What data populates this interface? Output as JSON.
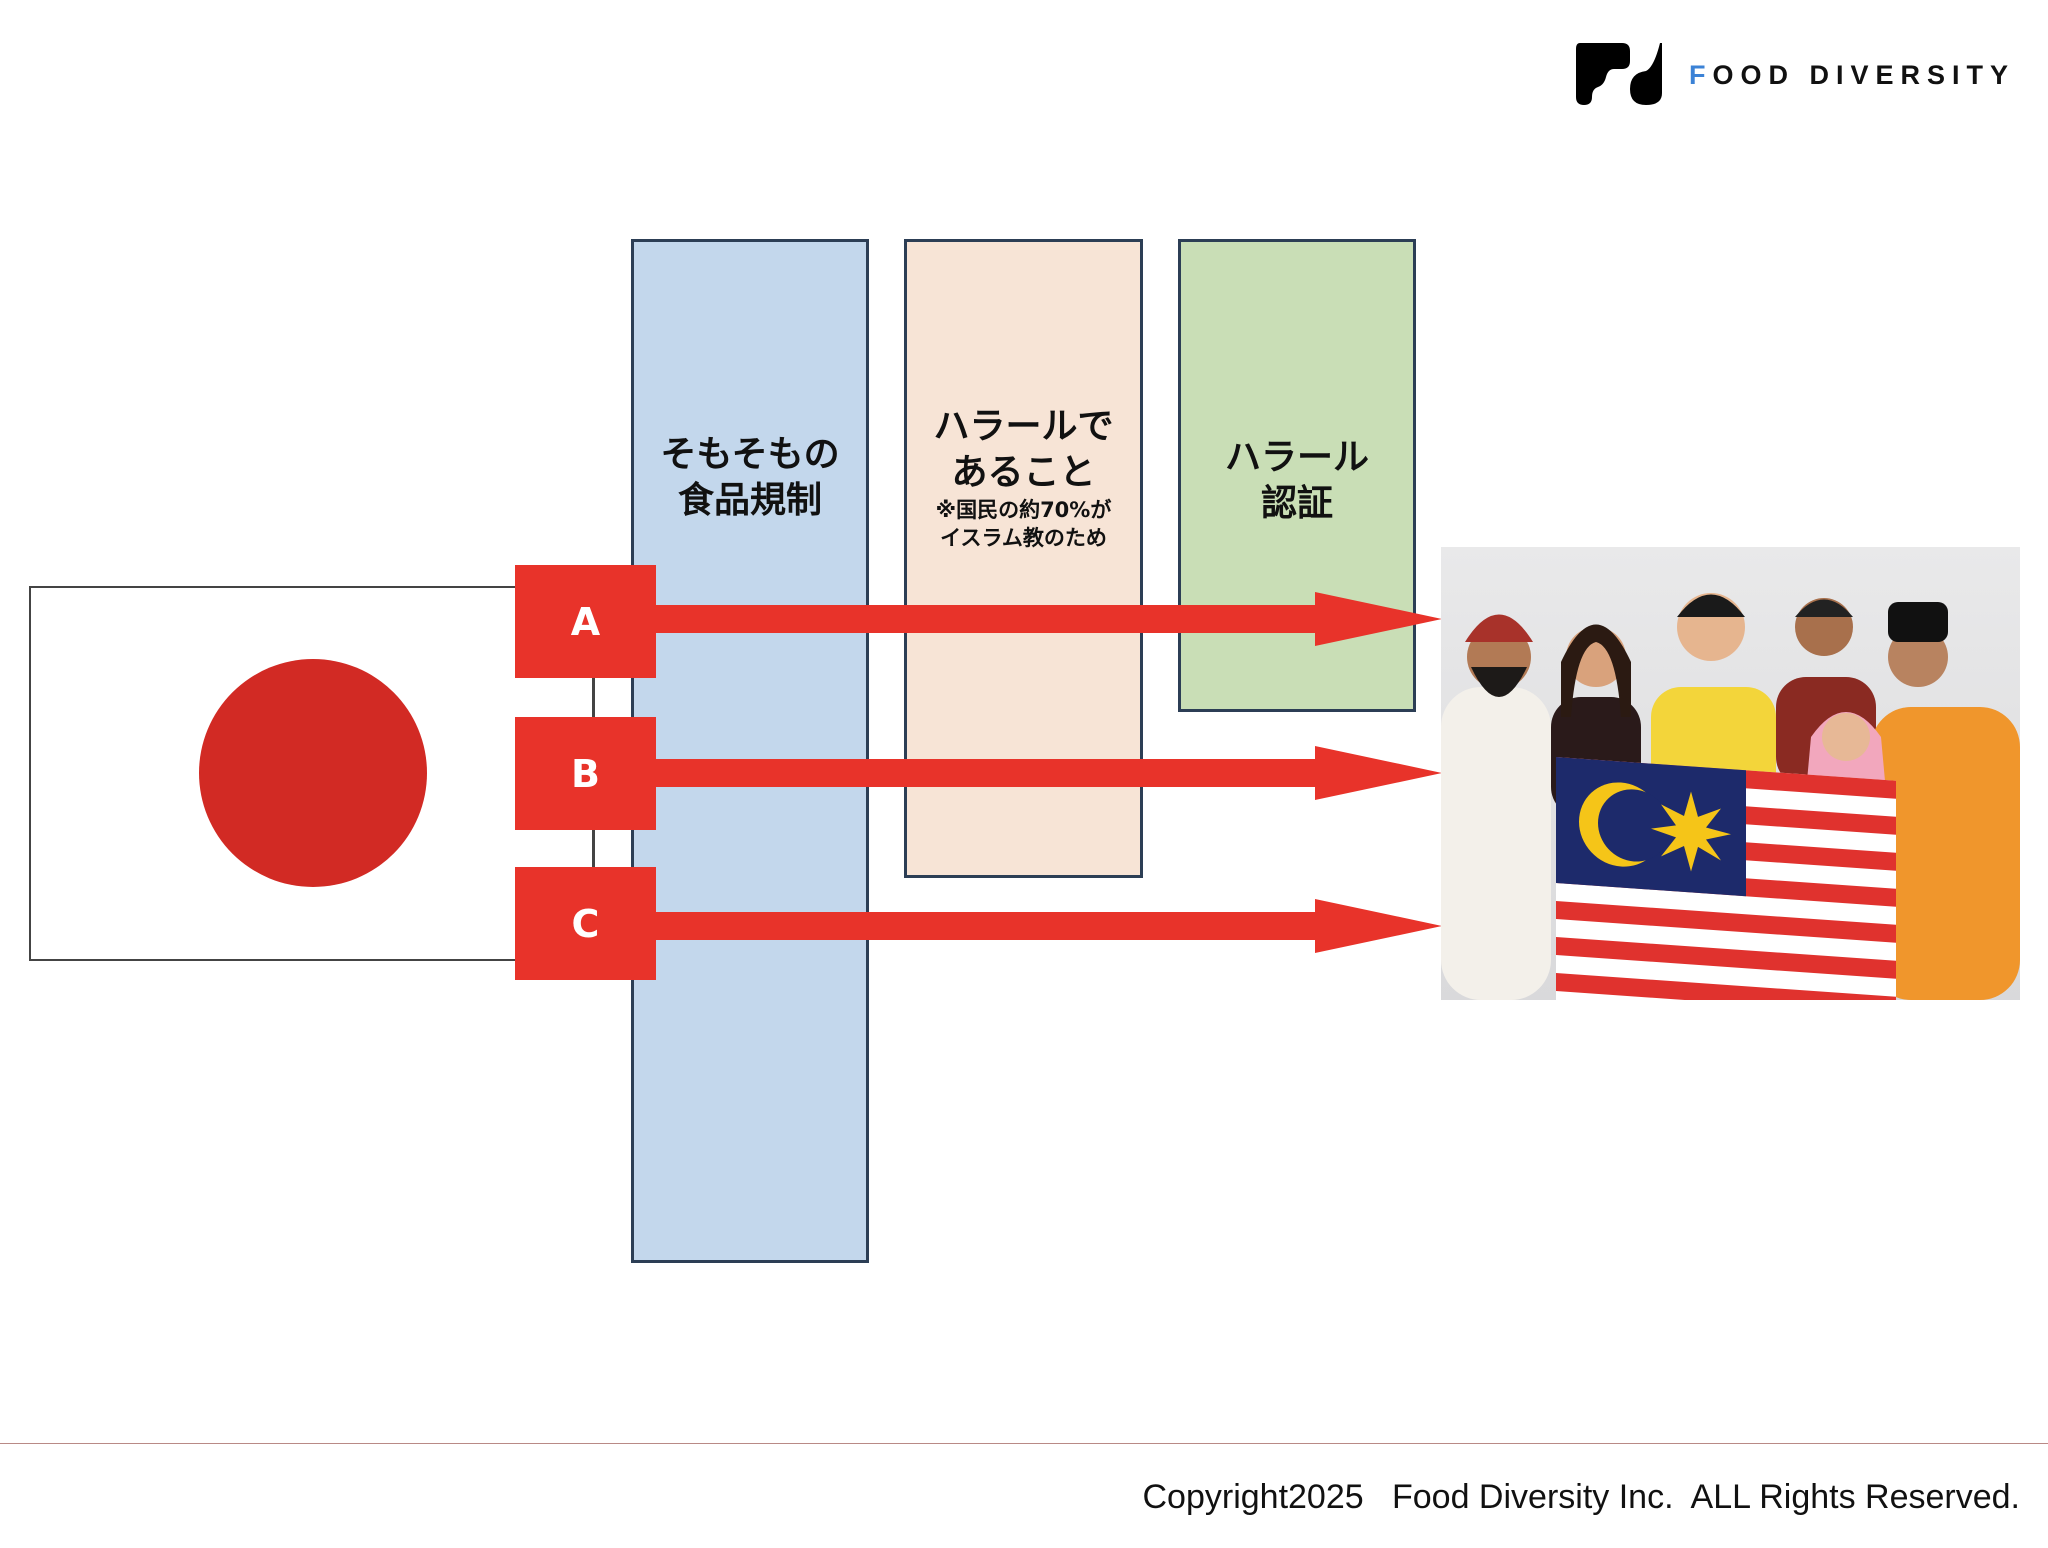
{
  "header": {
    "logo_text_first": "F",
    "logo_text_rest": "OOD DIVERSITY",
    "logo_icon": "fd-logo-icon"
  },
  "columns": [
    {
      "main": "そもそもの\n食品規制",
      "note": "",
      "color": "#c3d7ec"
    },
    {
      "main": "ハラールで\nあること",
      "note": "※国民の約70%が\nイスラム教のため",
      "color": "#f7e4d6"
    },
    {
      "main": "ハラール\n認証",
      "note": "",
      "color": "#c9deb6"
    }
  ],
  "routes": [
    {
      "label": "A"
    },
    {
      "label": "B"
    },
    {
      "label": "C"
    }
  ],
  "colors": {
    "arrow": "#e8332a",
    "flag_sun": "#d22a24",
    "border": "#2c3e55"
  },
  "footer": {
    "copyright": "Copyright2025   Food Diversity Inc.  ALL Rights Reserved."
  }
}
